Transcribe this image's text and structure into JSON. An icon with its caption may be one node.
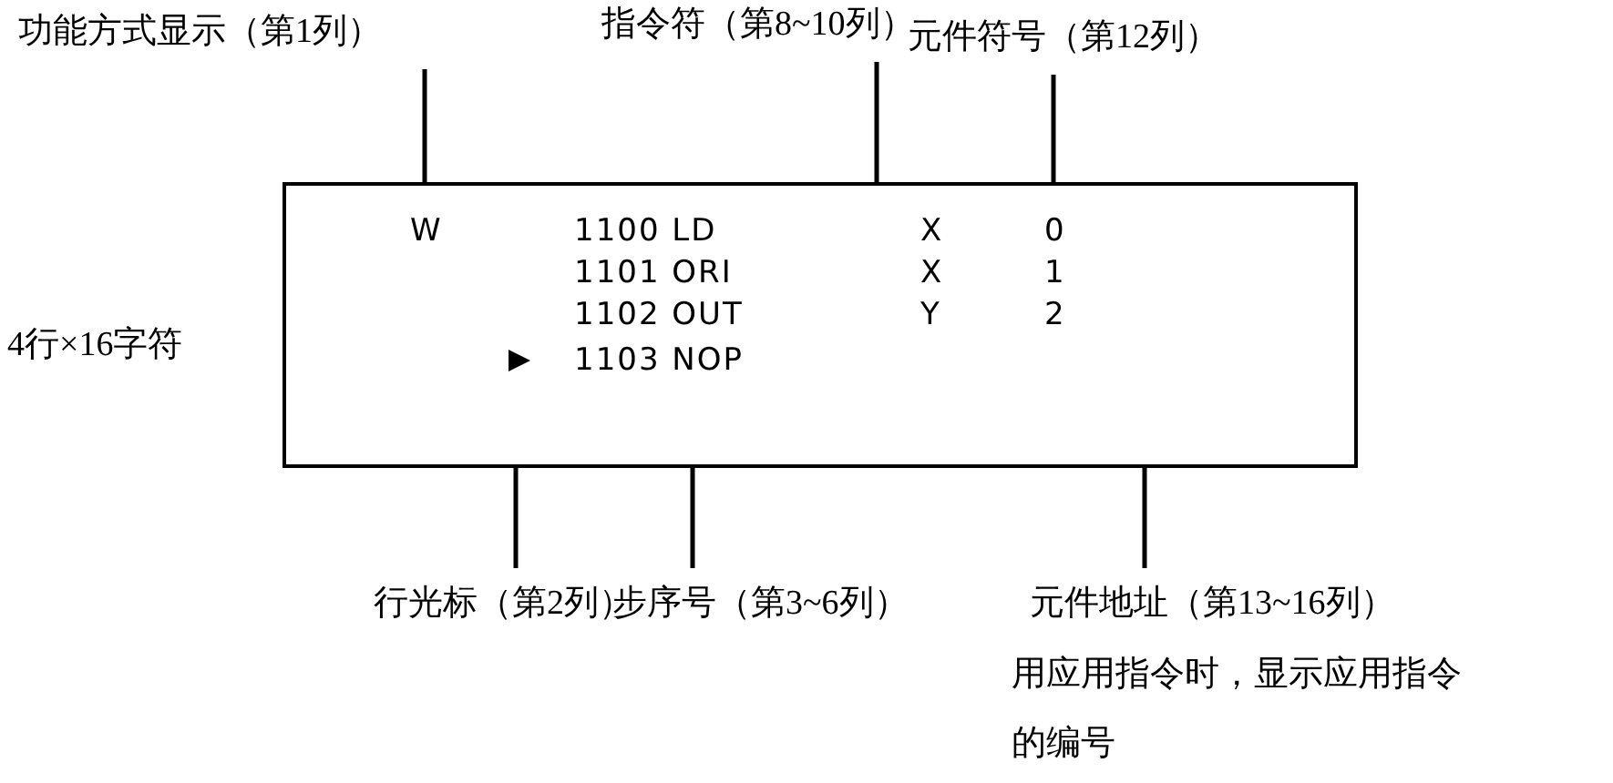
{
  "diagram": {
    "nodes": [
      {
        "text": [
          "W",
          "1100 LD",
          "X",
          "0",
          "1101 ORI",
          "X",
          "1",
          "1102 OUT",
          "Y",
          "2",
          "1103 NOP"
        ],
        "beside": [
          "4行×16字符"
        ]
      },
      {
        "text": [
          "功能方式显示（第1列）"
        ]
      },
      {
        "text": [
          "指令符（第8~10列）"
        ]
      },
      {
        "text": [
          "元件符号（第12列）"
        ]
      },
      {
        "text": [
          "行光标（第2列）"
        ]
      },
      {
        "text": [
          "步序号（第3~6列）"
        ]
      },
      {
        "text": [
          "元件地址（第13~16列）"
        ]
      }
    ],
    "edges": [
      {
        "from": 1,
        "to": 0,
        "arrow": "none"
      },
      {
        "from": 2,
        "to": 0,
        "arrow": "none"
      },
      {
        "from": 3,
        "to": 0,
        "arrow": "none"
      },
      {
        "from": 4,
        "to": 0,
        "arrow": "none"
      },
      {
        "from": 5,
        "to": 0,
        "arrow": "none"
      },
      {
        "from": 6,
        "to": 0,
        "arrow": "none"
      }
    ],
    "labels": [
      "用应用指令时，显示应用指令的编号"
    ]
  }
}
